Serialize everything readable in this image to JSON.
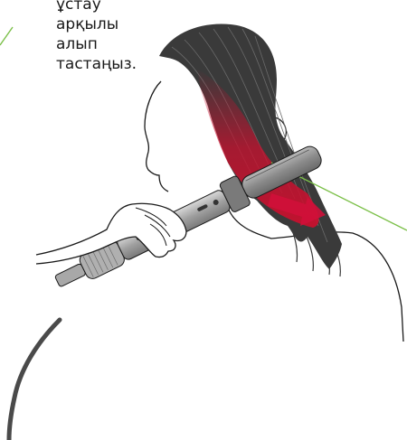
{
  "caption": {
    "lines": [
      "ұстау",
      "арқылы",
      "алып",
      "тастаңыз."
    ]
  },
  "colors": {
    "hair": "#3a3a3a",
    "heat_gradient": "#c8102e",
    "arrow": "#d0103a",
    "callout_line": "#7cc04a",
    "styler_body": "#8f8f8f",
    "outline": "#1a1a1a"
  }
}
